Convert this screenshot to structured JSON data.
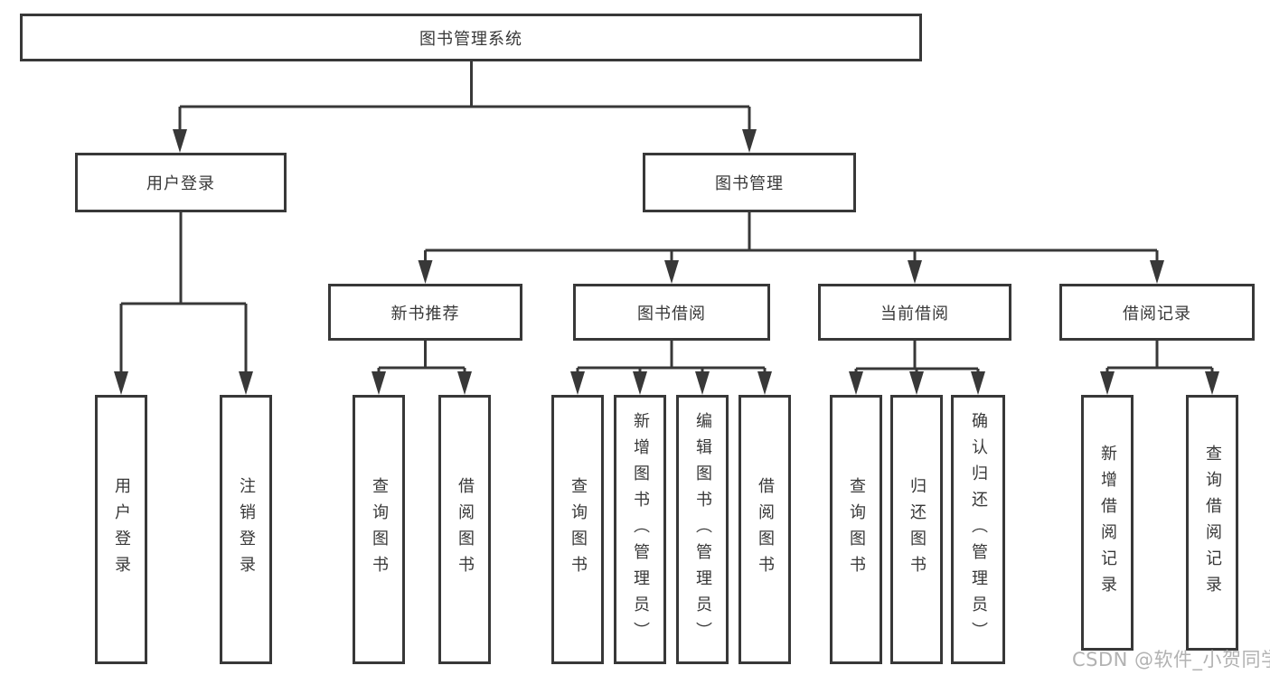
{
  "tree": {
    "root": {
      "label": "图书管理系统"
    },
    "branches": [
      {
        "label": "用户登录",
        "children": [
          {
            "label": "用户登录"
          },
          {
            "label": "注销登录"
          }
        ]
      },
      {
        "label": "图书管理",
        "sections": [
          {
            "label": "新书推荐",
            "children": [
              {
                "label": "查询图书"
              },
              {
                "label": "借阅图书"
              }
            ]
          },
          {
            "label": "图书借阅",
            "children": [
              {
                "label": "查询图书"
              },
              {
                "label": "新增图书（管理员）"
              },
              {
                "label": "编辑图书（管理员）"
              },
              {
                "label": "借阅图书"
              }
            ]
          },
          {
            "label": "当前借阅",
            "children": [
              {
                "label": "查询图书"
              },
              {
                "label": "归还图书"
              },
              {
                "label": "确认归还（管理员）"
              }
            ]
          },
          {
            "label": "借阅记录",
            "children": [
              {
                "label": "新增借阅记录"
              },
              {
                "label": "查询借阅记录"
              }
            ]
          }
        ]
      }
    ]
  },
  "watermark": {
    "text": "CSDN @软件_小贺同学"
  },
  "colors": {
    "line": "#383838",
    "box_border": "#383838",
    "box_background": "#ffffff",
    "text": "#383838",
    "watermark": "#b2b2b2"
  }
}
